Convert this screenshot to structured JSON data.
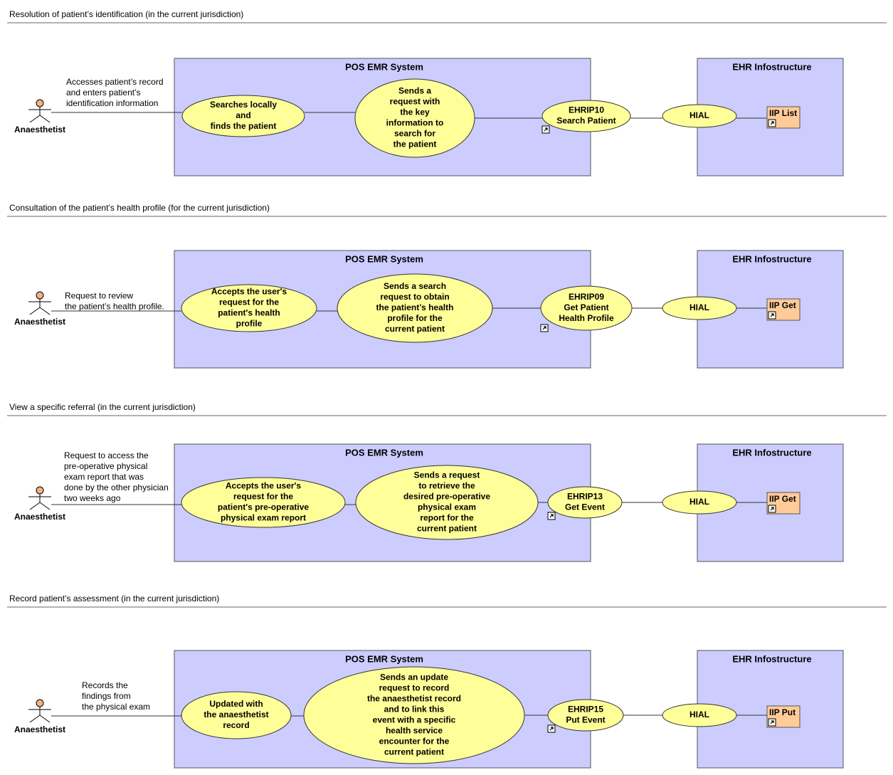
{
  "actor_label": "Anaesthetist",
  "sections": [
    {
      "title": "Resolution of patient’s identification (in the current jurisdiction)",
      "emr_title": "POS EMR System",
      "ehr_title": "EHR Infostructure",
      "note": [
        "Accesses patient’s record",
        "and enters patient’s",
        "identification information"
      ],
      "uc1": [
        "Searches locally",
        "and",
        "finds the patient"
      ],
      "uc2": [
        "Sends a",
        "request with",
        "the key",
        "information to",
        "search for",
        "the patient"
      ],
      "interaction": [
        "EHRIP10",
        "Search Patient"
      ],
      "hial": "HIAL",
      "iip": "IIP List"
    },
    {
      "title": "Consultation of the patient’s health profile (for the current jurisdiction)",
      "emr_title": "POS EMR System",
      "ehr_title": "EHR Infostructure",
      "note": [
        "Request to review",
        "the patient’s health profile."
      ],
      "uc1": [
        "Accepts the user's",
        "request for the",
        "patient's health",
        "profile"
      ],
      "uc2": [
        "Sends a search",
        "request to obtain",
        "the patient’s health",
        "profile for the",
        "current patient"
      ],
      "interaction": [
        "EHRIP09",
        "Get Patient",
        "Health Profile"
      ],
      "hial": "HIAL",
      "iip": "IIP Get"
    },
    {
      "title": "View a specific referral (in the current jurisdiction)",
      "emr_title": "POS EMR System",
      "ehr_title": "EHR Infostructure",
      "note": [
        "Request to access the",
        "pre-operative physical",
        "exam report that was",
        "done by the other physician",
        "two weeks ago"
      ],
      "uc1": [
        "Accepts the user's",
        "request for the",
        "patient's pre-operative",
        "physical exam report"
      ],
      "uc2": [
        "Sends a request",
        "to retrieve the",
        "desired pre-operative",
        "physical exam",
        "report for the",
        "current patient"
      ],
      "interaction": [
        "EHRIP13",
        "Get Event"
      ],
      "hial": "HIAL",
      "iip": "IIP Get"
    },
    {
      "title": "Record patient’s assessment (in the current jurisdiction)",
      "emr_title": "POS EMR System",
      "ehr_title": "EHR Infostructure",
      "note": [
        "Records the",
        "findings from",
        "the physical exam"
      ],
      "uc1": [
        "Updated with",
        "the anaesthetist",
        "record"
      ],
      "uc2": [
        "Sends an update",
        "request to record",
        "the anaesthetist record",
        "and to link this",
        "event with a specific",
        "health service",
        "encounter for the",
        "current patient"
      ],
      "interaction": [
        "EHRIP15",
        "Put Event"
      ],
      "hial": "HIAL",
      "iip": "IIP Put"
    }
  ],
  "colors": {
    "emr_fill": "#ccccff",
    "usecase_fill": "#ffff99",
    "iip_fill": "#ffcc99",
    "actor_head": "#f4b084",
    "line": "#333333"
  }
}
